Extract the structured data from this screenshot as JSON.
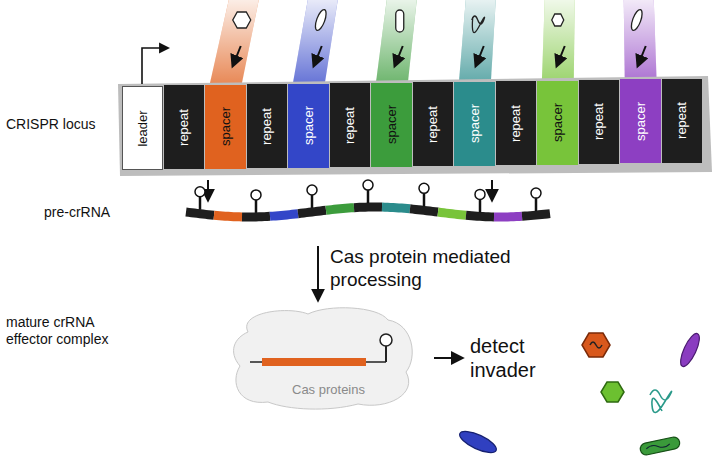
{
  "diagram": {
    "nodes": [
      {
        "text": [
          "leader"
        ]
      },
      {
        "text": [
          "repeat"
        ]
      },
      {
        "text": [
          "spacer"
        ]
      },
      {
        "text": [
          "repeat"
        ]
      },
      {
        "text": [
          "spacer"
        ]
      },
      {
        "text": [
          "repeat"
        ]
      },
      {
        "text": [
          "spacer"
        ]
      },
      {
        "text": [
          "repeat"
        ]
      },
      {
        "text": [
          "spacer"
        ]
      },
      {
        "text": [
          "repeat"
        ]
      },
      {
        "text": [
          "spacer"
        ]
      },
      {
        "text": [
          "repeat"
        ]
      },
      {
        "text": [
          "spacer"
        ]
      },
      {
        "text": [
          "repeat"
        ]
      },
      {
        "text": [
          "Cas proteins"
        ]
      }
    ],
    "labels": [
      "CRISPR locus",
      "pre-crRNA",
      "Cas protein mediated processing",
      "mature crRNA effector complex",
      "detect invader"
    ]
  }
}
